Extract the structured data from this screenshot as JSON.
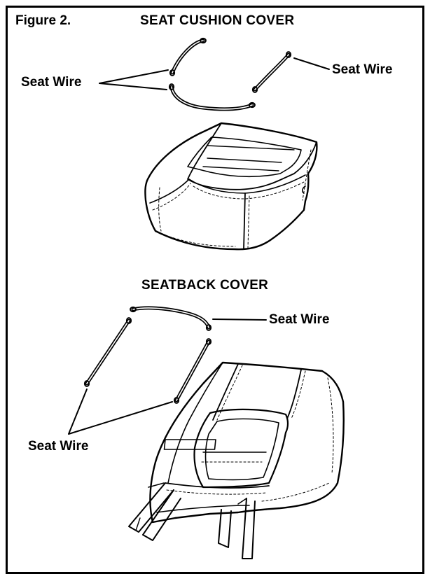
{
  "figure": {
    "label": "Figure 2.",
    "top_title": "SEAT CUSHION COVER",
    "bottom_title": "SEATBACK COVER",
    "callouts": {
      "cushion_left": "Seat Wire",
      "cushion_right": "Seat Wire",
      "seatback_right": "Seat Wire",
      "seatback_left": "Seat Wire"
    }
  },
  "colors": {
    "ink": "#000000",
    "paper": "#ffffff"
  }
}
